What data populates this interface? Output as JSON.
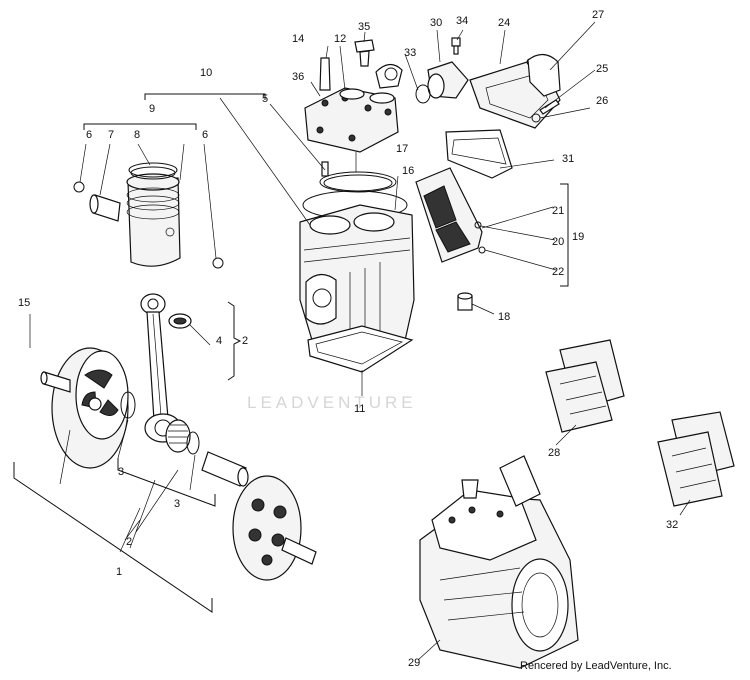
{
  "watermark": "LEADVENTURE",
  "credit": "Rencered by LeadVenture, Inc.",
  "callouts": {
    "n1": "1",
    "n2a": "2",
    "n2b": "2",
    "n3a": "3",
    "n3b": "3",
    "n4": "4",
    "n5": "5",
    "n6a": "6",
    "n6b": "6",
    "n7": "7",
    "n8": "8",
    "n9": "9",
    "n10": "10",
    "n11": "11",
    "n12": "12",
    "n14": "14",
    "n15": "15",
    "n16": "16",
    "n17": "17",
    "n18": "18",
    "n19": "19",
    "n20": "20",
    "n21": "21",
    "n22": "22",
    "n24": "24",
    "n25": "25",
    "n26": "26",
    "n27": "27",
    "n28": "28",
    "n29": "29",
    "n30": "30",
    "n31": "31",
    "n32": "32",
    "n33": "33",
    "n34": "34",
    "n35": "35",
    "n36": "36"
  }
}
